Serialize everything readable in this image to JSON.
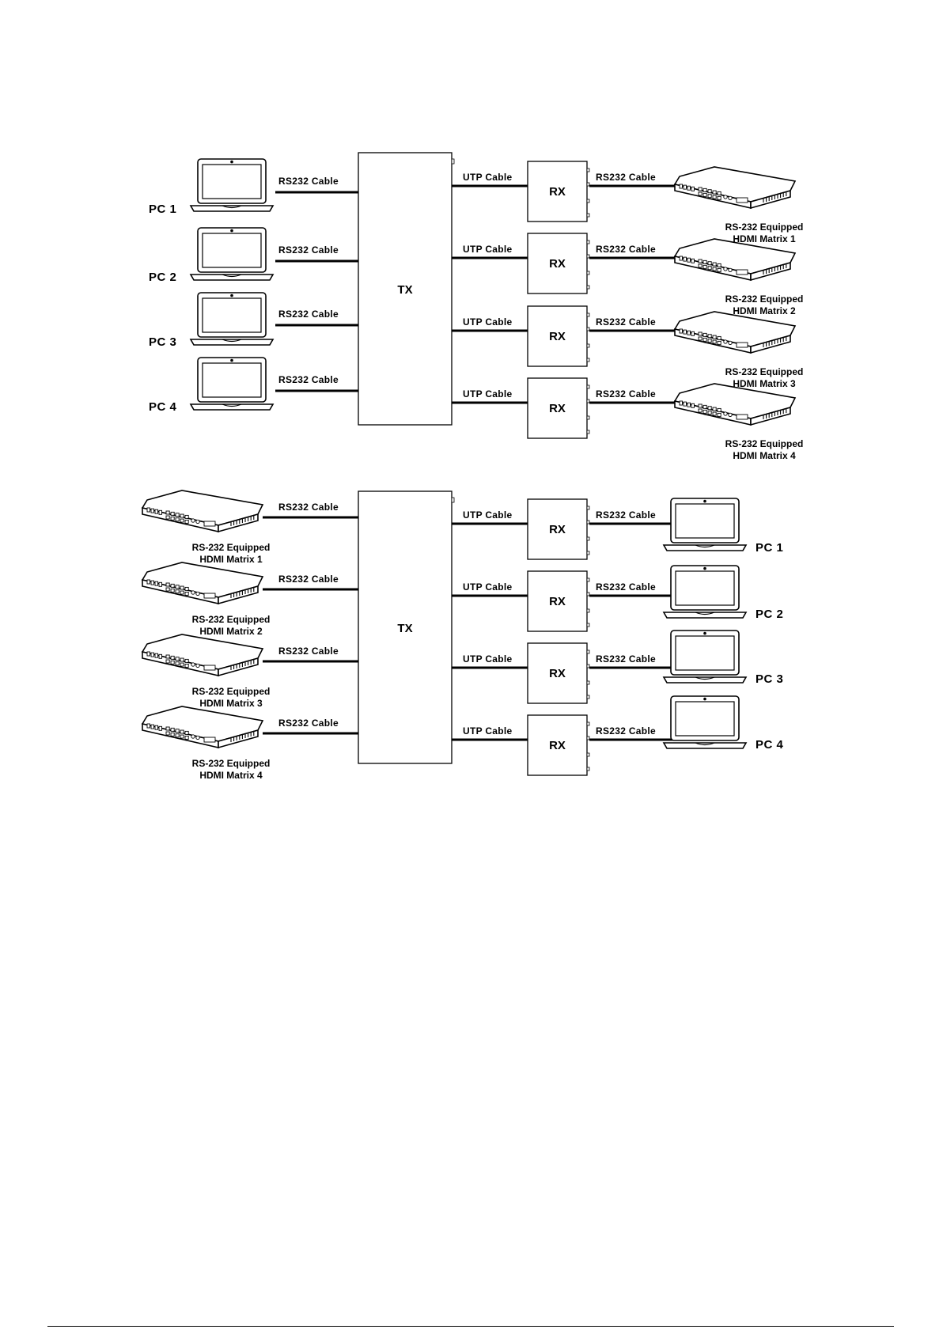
{
  "labels": {
    "tx": "TX",
    "rx": "RX",
    "rs232_cable": "RS232 Cable",
    "utp_cable": "UTP Cable",
    "pc": [
      "PC 1",
      "PC 2",
      "PC 3",
      "PC 4"
    ],
    "matrix_line1": "RS-232 Equipped",
    "matrix_line2": [
      "HDMI Matrix 1",
      "HDMI Matrix 2",
      "HDMI Matrix 3",
      "HDMI Matrix 4"
    ]
  },
  "diagrams": [
    {
      "id": "top",
      "left_device": "pc",
      "right_device": "matrix"
    },
    {
      "id": "bottom",
      "left_device": "matrix",
      "right_device": "pc"
    }
  ],
  "colors": {
    "line": "#000000",
    "background": "#ffffff"
  }
}
